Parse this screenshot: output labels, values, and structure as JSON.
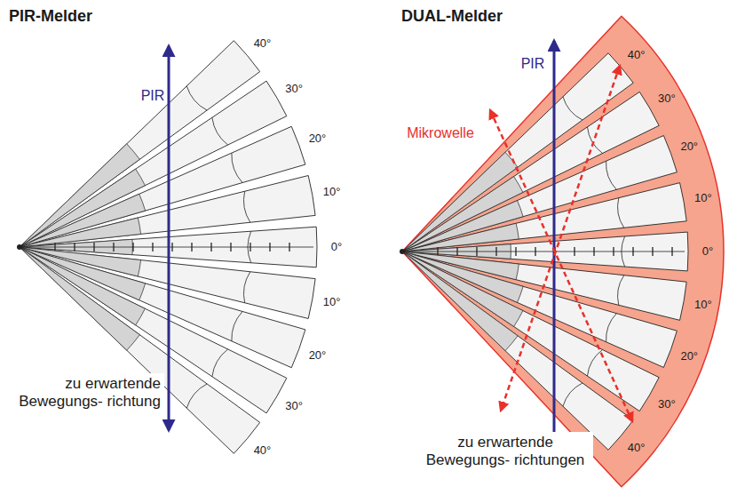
{
  "diagram": {
    "labels": [
      "PIR-Melder",
      "DUAL-Melder",
      "PIR",
      "PIR",
      "Mikrowelle",
      "40°",
      "30°",
      "20°",
      "10°",
      "0°",
      "10°",
      "20°",
      "30°",
      "40°",
      "40°",
      "30°",
      "20°",
      "10°",
      "0°",
      "10°",
      "20°",
      "30°",
      "40°",
      "zu erwartende Bewegungs- richtung",
      "zu erwartende Bewegungs- richtungen"
    ]
  }
}
